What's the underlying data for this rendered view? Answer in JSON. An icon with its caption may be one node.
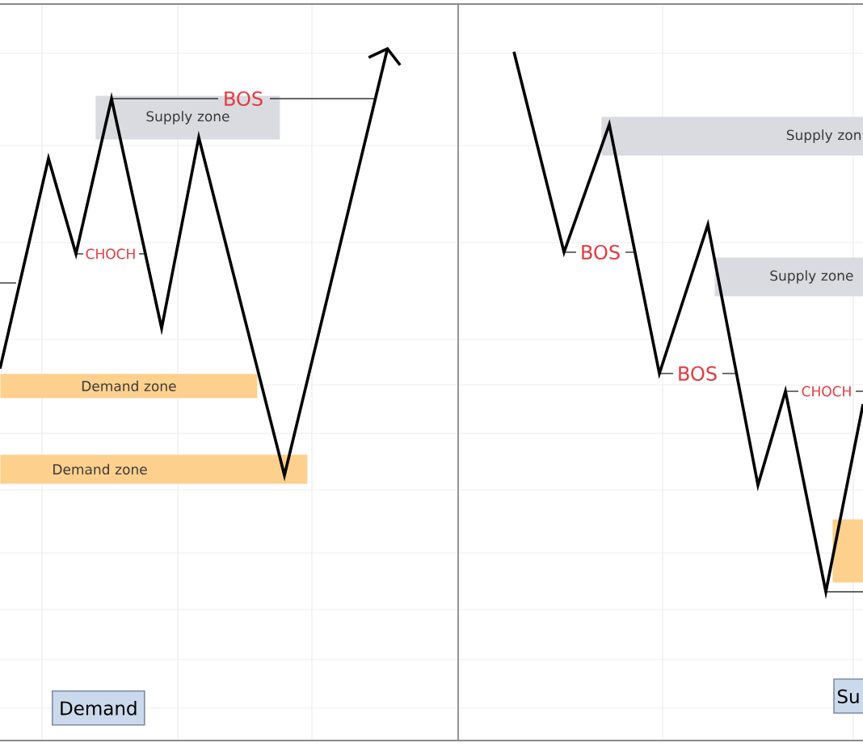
{
  "diagram": {
    "nodes": [
      {
        "text": [
          "Supply zone"
        ]
      },
      {
        "text": [
          "Demand zone"
        ]
      },
      {
        "text": [
          "Demand zone"
        ]
      },
      {
        "text": [
          "Demand"
        ]
      },
      {
        "text": [
          "Supply zon"
        ]
      },
      {
        "text": [
          "Supply zone"
        ]
      },
      {
        "text": [],
        "shape": "box"
      },
      {
        "text": [
          "Su"
        ]
      }
    ],
    "labels": [
      "BOS",
      "CHOCH",
      "BOS",
      "BOS",
      "CHOCH"
    ]
  }
}
